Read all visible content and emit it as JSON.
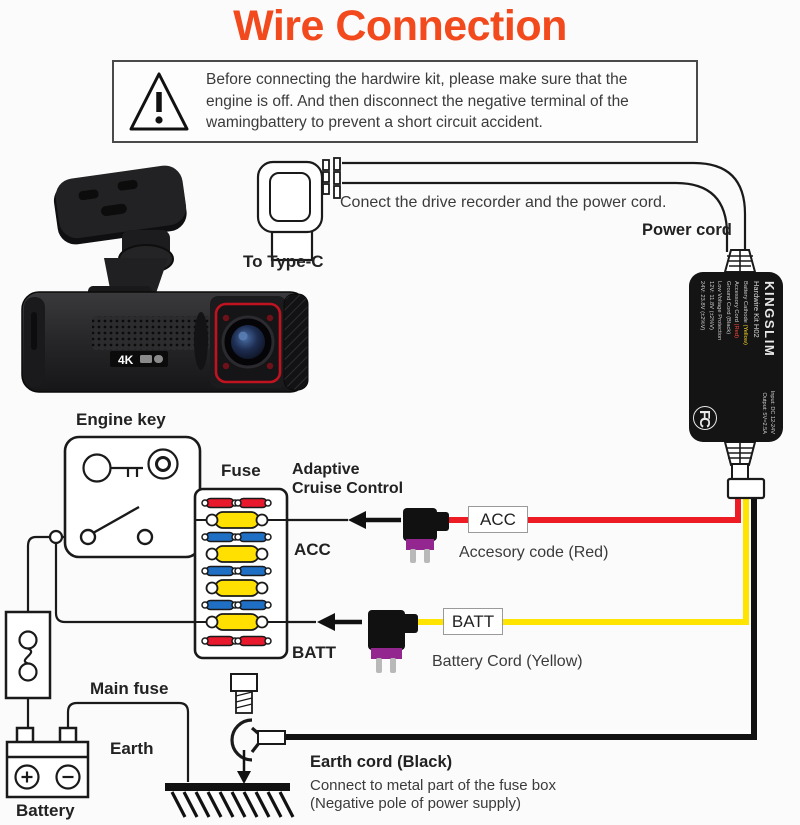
{
  "page": {
    "title": "Wire Connection",
    "title_color": "#f2491d"
  },
  "warning": {
    "line1": "Before connecting the hardwire kit, please make sure that the",
    "line2": "engine is off. And then disconnect the negative terminal of the",
    "line3": "wamingbattery to prevent a short circuit accident."
  },
  "power_cord_section": {
    "connect_note": "Conect the drive recorder and the power cord.",
    "power_cord_label": "Power cord",
    "type_c_label": "To Type-C"
  },
  "camera": {
    "badge": "4K"
  },
  "hardwire_kit": {
    "brand": "KINGSLIM",
    "model": "Hardwire Kit H02",
    "input": "Input: DC 12-24V",
    "output": "Output: 5V=2.5A",
    "battery_cord_label": "Battery Cathode ",
    "battery_cord_color": "(Yellow)",
    "accessory_cord_label": "Accessory Cord ",
    "accessory_cord_color": "(Red)",
    "ground_cord": "Ground Cord (Black)",
    "lvp_title": "Low Voltage Protection",
    "lvp_12v": "12V: 11.8V (±2%V)",
    "lvp_24v": "24V: 23.8V (±2%V)",
    "fcc_mark": "FC"
  },
  "ignition": {
    "label": "Engine key"
  },
  "fuse_box": {
    "label": "Fuse",
    "acc_side_label": "ACC",
    "batt_side_label": "BATT",
    "rows": [
      "red",
      "yellow",
      "blue",
      "yellow",
      "blue",
      "yellow",
      "blue",
      "yellow",
      "red"
    ]
  },
  "acc_line": {
    "adaptive_line1": "Adaptive",
    "adaptive_line2": "Cruise Control",
    "tag": "ACC",
    "note": "Accesory code (Red)"
  },
  "batt_line": {
    "tag": "BATT",
    "note": "Battery Cord (Yellow)"
  },
  "battery_section": {
    "main_fuse_label": "Main fuse",
    "earth_label": "Earth",
    "battery_label": "Battery"
  },
  "earth_line": {
    "title": "Earth cord (Black)",
    "note1": "Connect to metal part of the fuse box",
    "note2": "(Negative pole of power supply)"
  },
  "colors": {
    "accent_title": "#f2491d",
    "wire_red": "#ed1c24",
    "wire_yellow": "#ffe400",
    "wire_black": "#111111",
    "plug_purple": "#93278f",
    "fuse": {
      "red": "#e8192c",
      "blue": "#1f6fc5",
      "yellow": "#ffe000"
    }
  }
}
